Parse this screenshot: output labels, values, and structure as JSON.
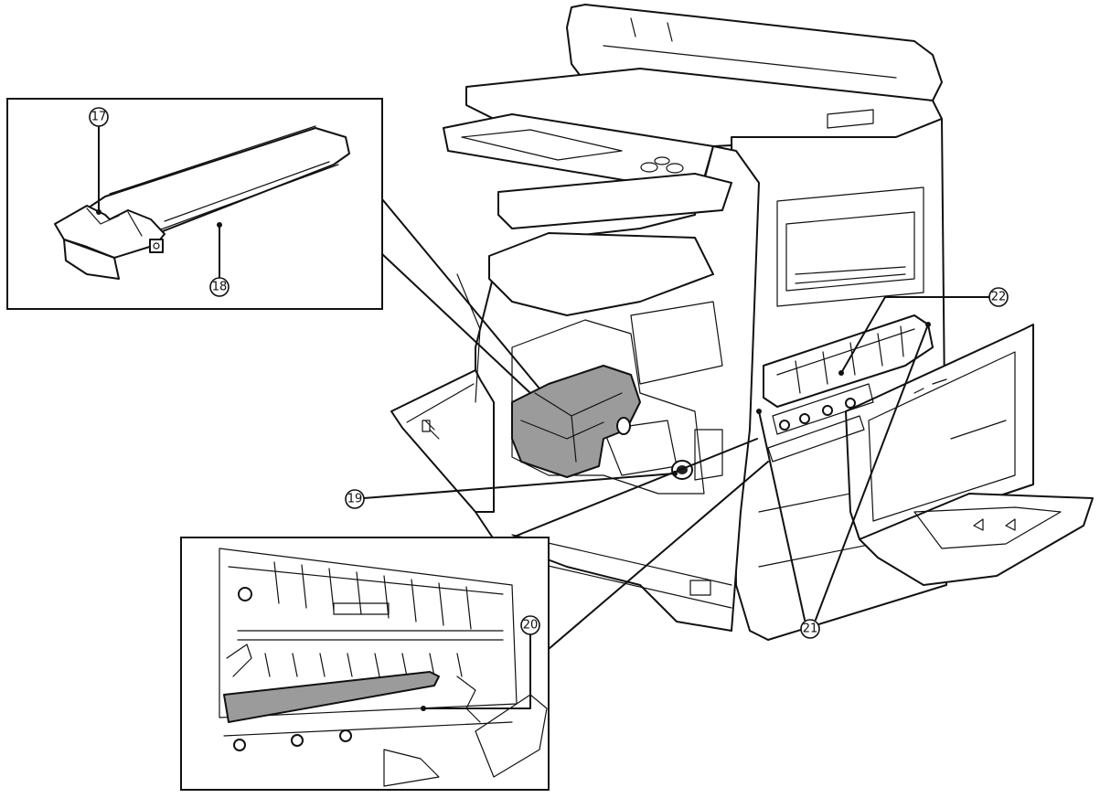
{
  "callouts": [
    {
      "id": "17",
      "label": "⑰"
    },
    {
      "id": "18",
      "label": "⑱"
    },
    {
      "id": "19",
      "label": "⑲"
    },
    {
      "id": "20",
      "label": "⑳"
    },
    {
      "id": "21",
      "label": "㉑"
    },
    {
      "id": "22",
      "label": "㉒"
    }
  ],
  "colors": {
    "highlight": "#9b9b9b",
    "line": "#111111",
    "background": "#ffffff"
  }
}
